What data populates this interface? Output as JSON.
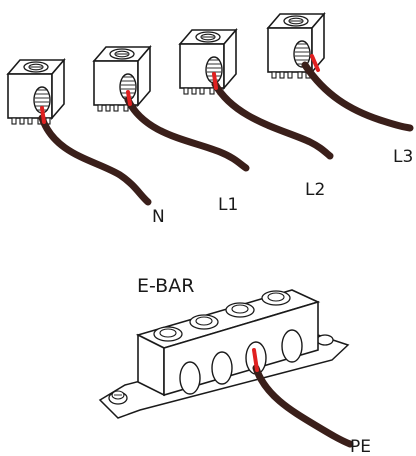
{
  "labels": {
    "n": "N",
    "l1": "L1",
    "l2": "L2",
    "l3": "L3",
    "ebar": "E-BAR",
    "pe": "PE"
  },
  "colors": {
    "wire": "#3a1f1a",
    "conductor": "#e02020",
    "outline": "#1a1a1a",
    "terminal": "#ffffff"
  }
}
